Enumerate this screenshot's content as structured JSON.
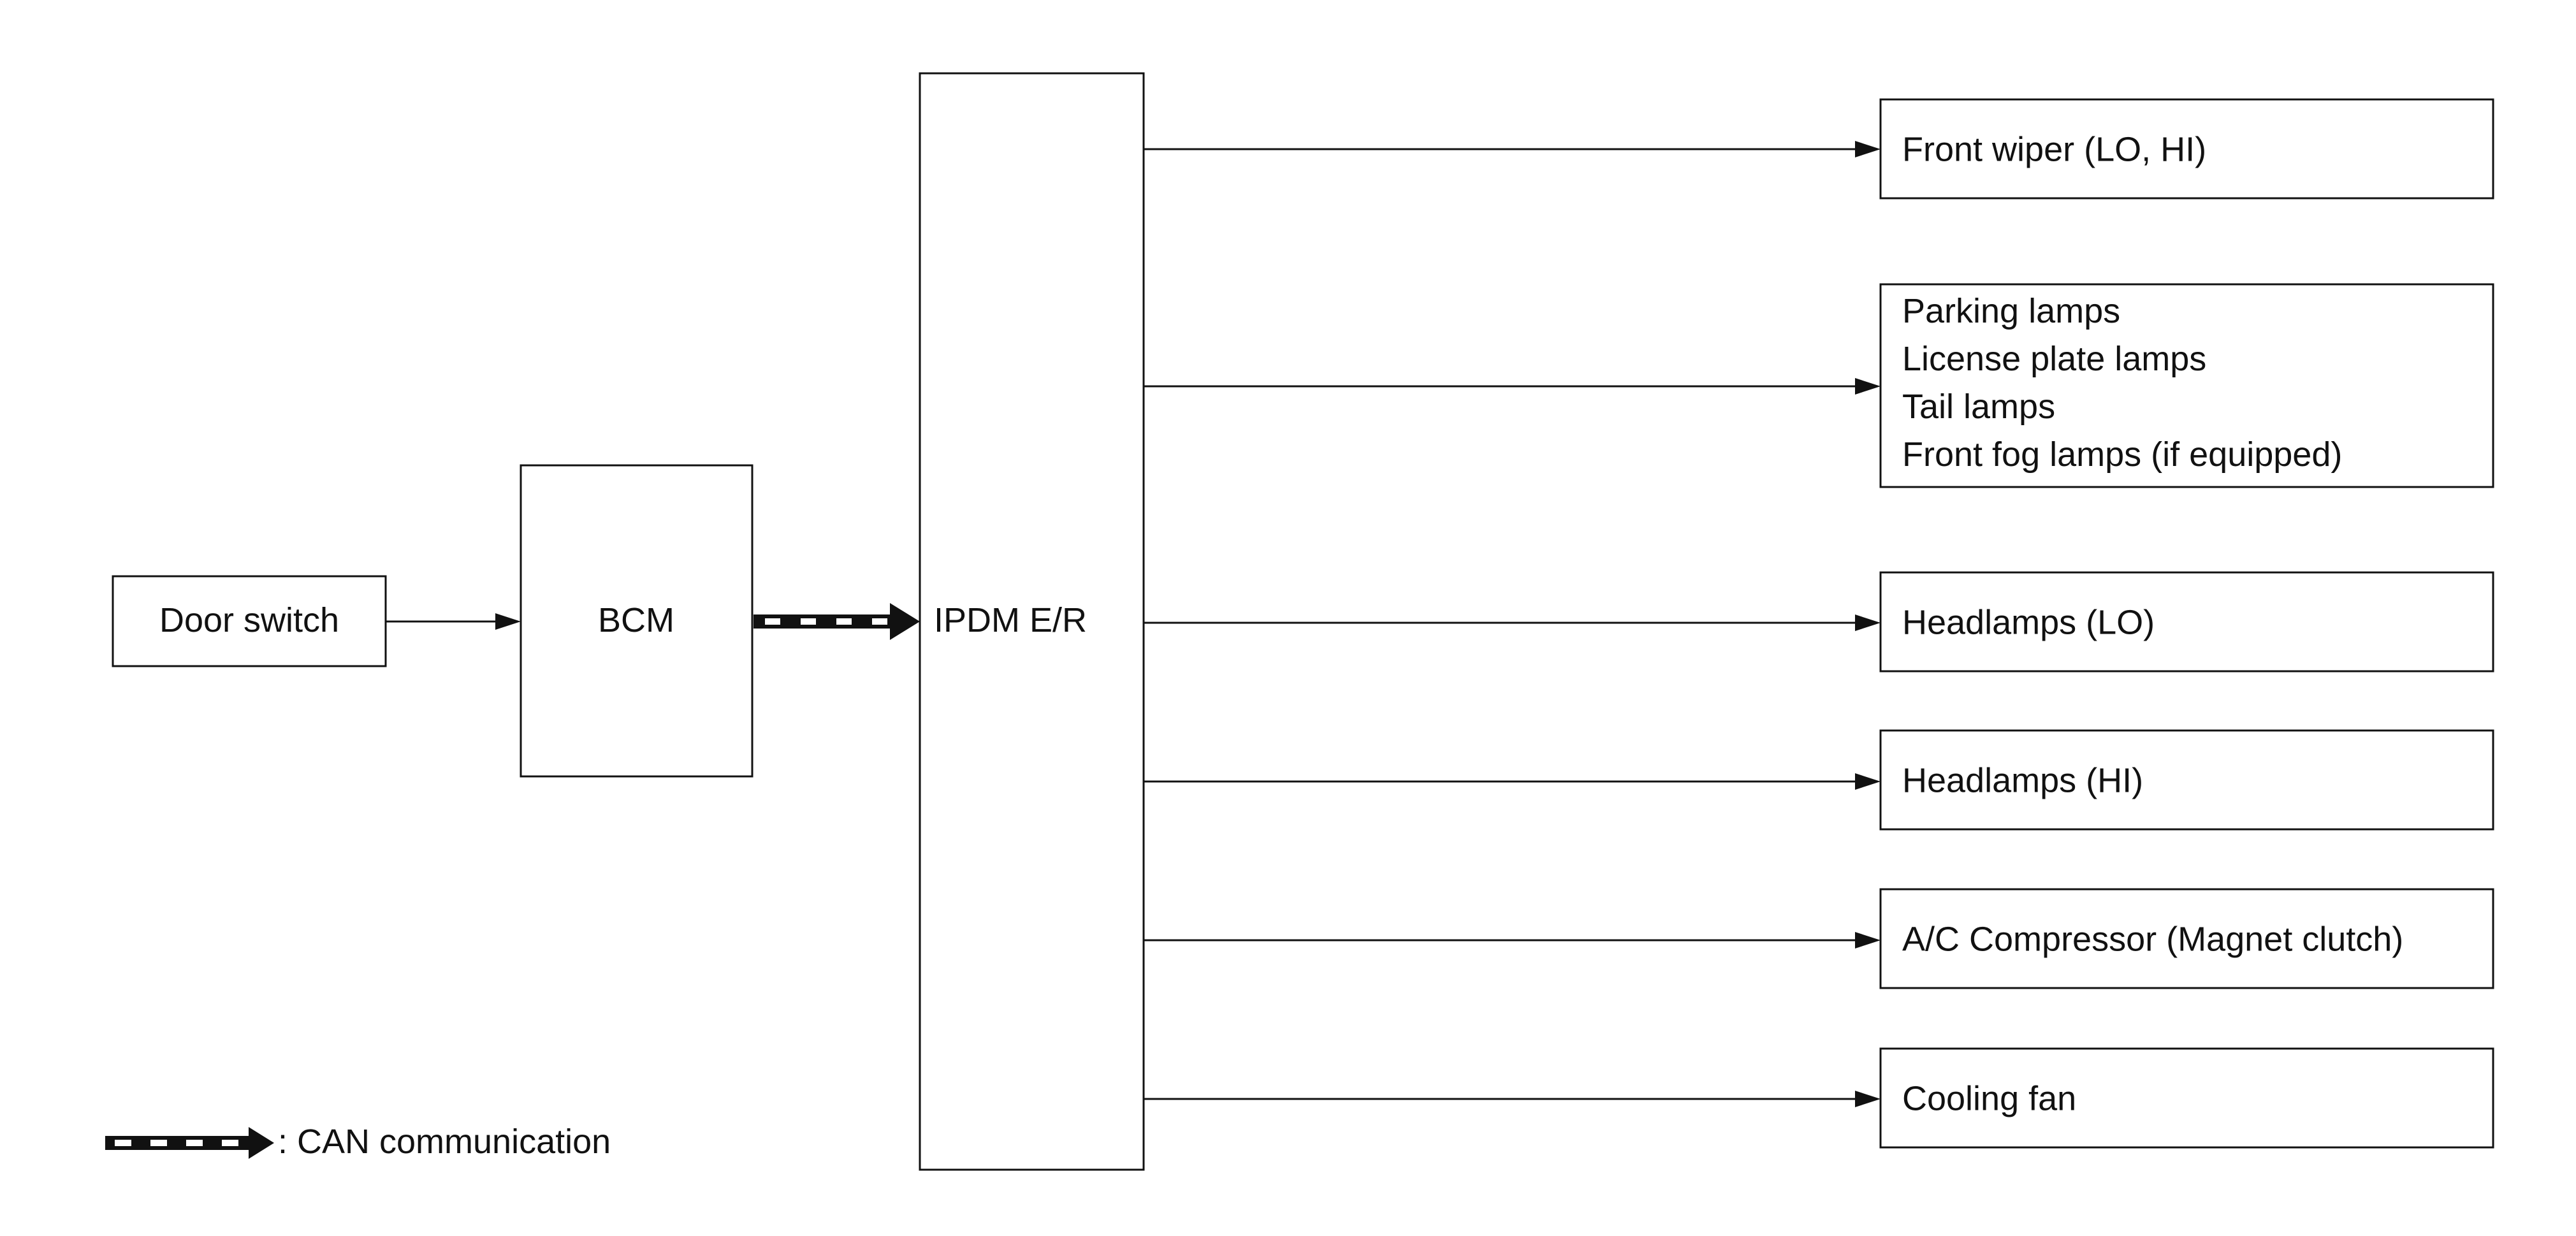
{
  "modules": {
    "door_switch": "Door switch",
    "bcm": "BCM",
    "ipdm": "IPDM E/R"
  },
  "outputs": [
    {
      "lines": [
        "Front wiper (LO, HI)"
      ]
    },
    {
      "lines": [
        "Parking lamps",
        "License plate lamps",
        "Tail lamps",
        "Front fog lamps (if equipped)"
      ]
    },
    {
      "lines": [
        "Headlamps (LO)"
      ]
    },
    {
      "lines": [
        "Headlamps (HI)"
      ]
    },
    {
      "lines": [
        "A/C Compressor (Magnet clutch)"
      ]
    },
    {
      "lines": [
        "Cooling fan"
      ]
    }
  ],
  "legend": {
    "can_communication": ": CAN communication"
  },
  "colors": {
    "line": "#111111",
    "background": "#ffffff"
  }
}
